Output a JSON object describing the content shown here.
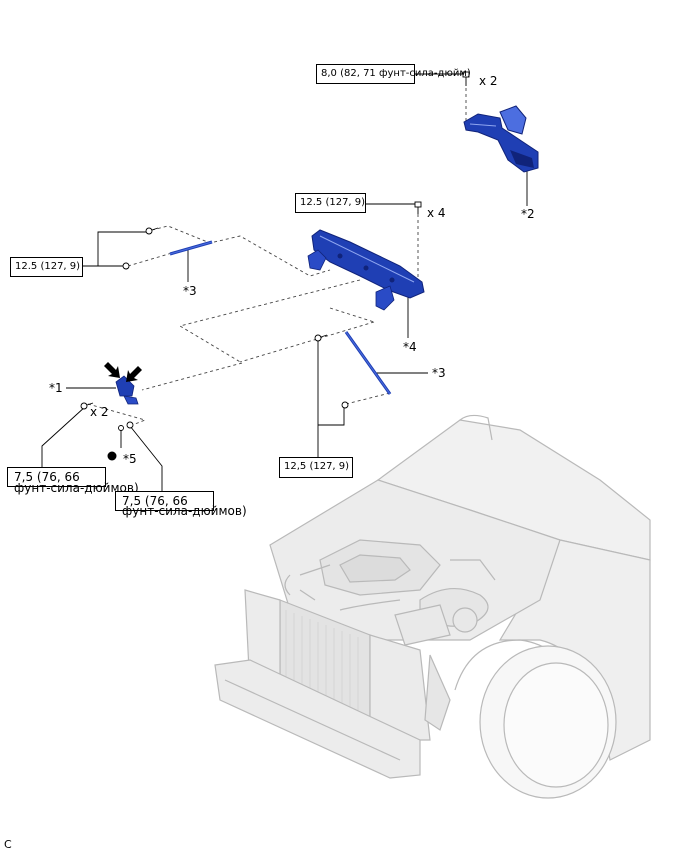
{
  "torque_labels": {
    "t1": "8,0 (82, 71 фунт-сила-дюйм)",
    "t2": "12.5 (127, 9)",
    "t3": "12.5 (127, 9)",
    "t4": "12,5 (127, 9)",
    "t5_line1": "7,5 (76, 66",
    "t5_line2": "фунт-сила-дюймов)",
    "t6_line1": "7,5 (76, 66",
    "t6_line2": "фунт-сила-дюймов)"
  },
  "quantity_labels": {
    "q1": "x 2",
    "q2": "x 4",
    "q3": "x 2"
  },
  "callouts": {
    "c1": "*1",
    "c2": "*2",
    "c3a": "*3",
    "c3b": "*3",
    "c4": "*4",
    "c5": "*5"
  },
  "illustration_code": "C",
  "colors": {
    "part_blue": "#1f3fb4",
    "part_blue_dark": "#10237a",
    "part_blue_light": "#4c6ee0",
    "car_line": "#b9b9b9",
    "car_fill": "#f4f4f4"
  }
}
